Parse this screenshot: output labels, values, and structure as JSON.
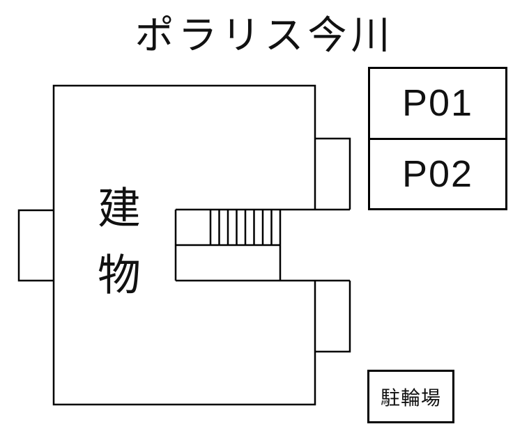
{
  "title": "ポラリス今川",
  "building": {
    "label": "建物"
  },
  "parking": {
    "spaces": [
      {
        "label": "P01"
      },
      {
        "label": "P02"
      }
    ]
  },
  "bicycle_parking": {
    "label": "駐輪場"
  },
  "colors": {
    "line": "#000000",
    "background": "#ffffff",
    "text": "#111111"
  }
}
